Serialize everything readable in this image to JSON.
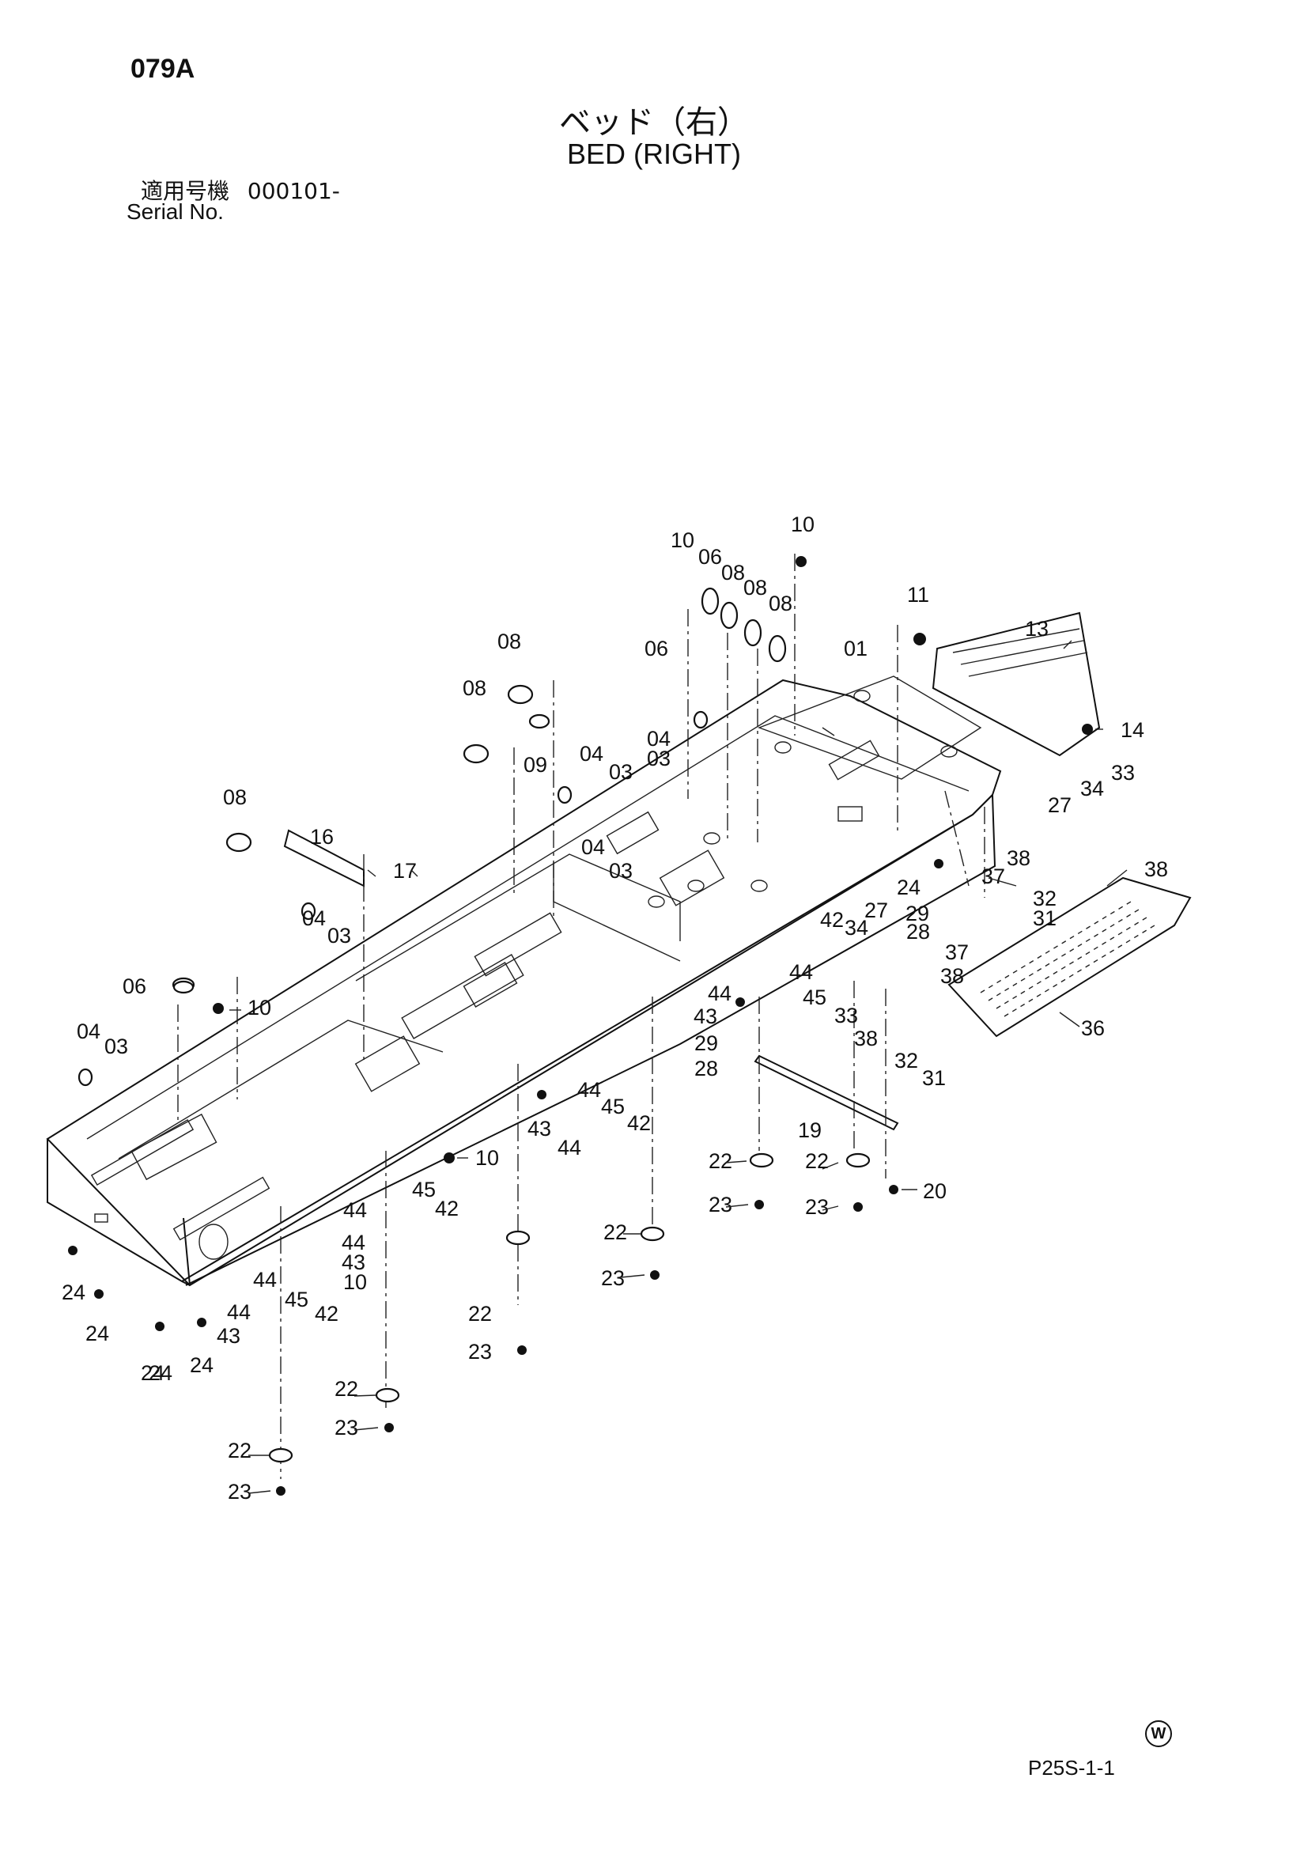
{
  "header": {
    "page_code": "079A",
    "title_jp": "ベッド（右）",
    "title_en": "BED (RIGHT)",
    "serial_label_jp": "適用号機",
    "serial_value": "000101-",
    "serial_label_en": "Serial No."
  },
  "footer": {
    "drawing_code": "P25S-1-1",
    "mark": "W"
  },
  "callouts": [
    {
      "id": "c1",
      "text": "10"
    },
    {
      "id": "c2",
      "text": "06"
    },
    {
      "id": "c3",
      "text": "08"
    },
    {
      "id": "c4",
      "text": "08"
    },
    {
      "id": "c5",
      "text": "08"
    },
    {
      "id": "c6",
      "text": "10"
    },
    {
      "id": "c7",
      "text": "06"
    },
    {
      "id": "c8",
      "text": "11"
    },
    {
      "id": "c9",
      "text": "01"
    },
    {
      "id": "c10",
      "text": "13"
    },
    {
      "id": "c11",
      "text": "14"
    },
    {
      "id": "c12",
      "text": "08"
    },
    {
      "id": "c13",
      "text": "08"
    },
    {
      "id": "c14",
      "text": "09"
    },
    {
      "id": "c15",
      "text": "04"
    },
    {
      "id": "c16",
      "text": "03"
    },
    {
      "id": "c17",
      "text": "04"
    },
    {
      "id": "c18",
      "text": "03"
    },
    {
      "id": "c19",
      "text": "08"
    },
    {
      "id": "c20",
      "text": "16"
    },
    {
      "id": "c21",
      "text": "17"
    },
    {
      "id": "c22",
      "text": "04"
    },
    {
      "id": "c23",
      "text": "03"
    },
    {
      "id": "c24",
      "text": "06"
    },
    {
      "id": "c25",
      "text": "10"
    },
    {
      "id": "c26",
      "text": "04"
    },
    {
      "id": "c27",
      "text": "03"
    },
    {
      "id": "c28",
      "text": "27"
    },
    {
      "id": "c29",
      "text": "34"
    },
    {
      "id": "c30",
      "text": "33"
    },
    {
      "id": "c31",
      "text": "38"
    },
    {
      "id": "c32",
      "text": "38"
    },
    {
      "id": "c33",
      "text": "37"
    },
    {
      "id": "c34",
      "text": "24"
    },
    {
      "id": "c35",
      "text": "29"
    },
    {
      "id": "c36",
      "text": "28"
    },
    {
      "id": "c37",
      "text": "32"
    },
    {
      "id": "c38",
      "text": "31"
    },
    {
      "id": "c39",
      "text": "42"
    },
    {
      "id": "c40",
      "text": "27"
    },
    {
      "id": "c41",
      "text": "34"
    },
    {
      "id": "c42",
      "text": "37"
    },
    {
      "id": "c43",
      "text": "44"
    },
    {
      "id": "c44",
      "text": "38"
    },
    {
      "id": "c45",
      "text": "45"
    },
    {
      "id": "c46",
      "text": "44"
    },
    {
      "id": "c47",
      "text": "33"
    },
    {
      "id": "c48",
      "text": "43"
    },
    {
      "id": "c49",
      "text": "38"
    },
    {
      "id": "c50",
      "text": "29"
    },
    {
      "id": "c51",
      "text": "32"
    },
    {
      "id": "c52",
      "text": "36"
    },
    {
      "id": "c53",
      "text": "28"
    },
    {
      "id": "c54",
      "text": "31"
    },
    {
      "id": "c55",
      "text": "44"
    },
    {
      "id": "c56",
      "text": "45"
    },
    {
      "id": "c57",
      "text": "42"
    },
    {
      "id": "c58",
      "text": "43"
    },
    {
      "id": "c59",
      "text": "44"
    },
    {
      "id": "c60",
      "text": "19"
    },
    {
      "id": "c61",
      "text": "10"
    },
    {
      "id": "c62",
      "text": "22"
    },
    {
      "id": "c63",
      "text": "22"
    },
    {
      "id": "c64",
      "text": "23"
    },
    {
      "id": "c65",
      "text": "23"
    },
    {
      "id": "c66",
      "text": "20"
    },
    {
      "id": "c67",
      "text": "45"
    },
    {
      "id": "c68",
      "text": "42"
    },
    {
      "id": "c69",
      "text": "44"
    },
    {
      "id": "c70",
      "text": "44"
    },
    {
      "id": "c71",
      "text": "43"
    },
    {
      "id": "c72",
      "text": "22"
    },
    {
      "id": "c73",
      "text": "23"
    },
    {
      "id": "c74",
      "text": "10"
    },
    {
      "id": "c75",
      "text": "44"
    },
    {
      "id": "c76",
      "text": "45"
    },
    {
      "id": "c77",
      "text": "42"
    },
    {
      "id": "c78",
      "text": "44"
    },
    {
      "id": "c79",
      "text": "43"
    },
    {
      "id": "c80",
      "text": "24"
    },
    {
      "id": "c81",
      "text": "24"
    },
    {
      "id": "c82",
      "text": "24"
    },
    {
      "id": "c83",
      "text": "24"
    },
    {
      "id": "c84",
      "text": "24"
    },
    {
      "id": "c85",
      "text": "22"
    },
    {
      "id": "c86",
      "text": "23"
    },
    {
      "id": "c87",
      "text": "22"
    },
    {
      "id": "c88",
      "text": "23"
    },
    {
      "id": "c89",
      "text": "22"
    },
    {
      "id": "c90",
      "text": "23"
    },
    {
      "id": "c91",
      "text": "04"
    },
    {
      "id": "c92",
      "text": "03"
    }
  ]
}
